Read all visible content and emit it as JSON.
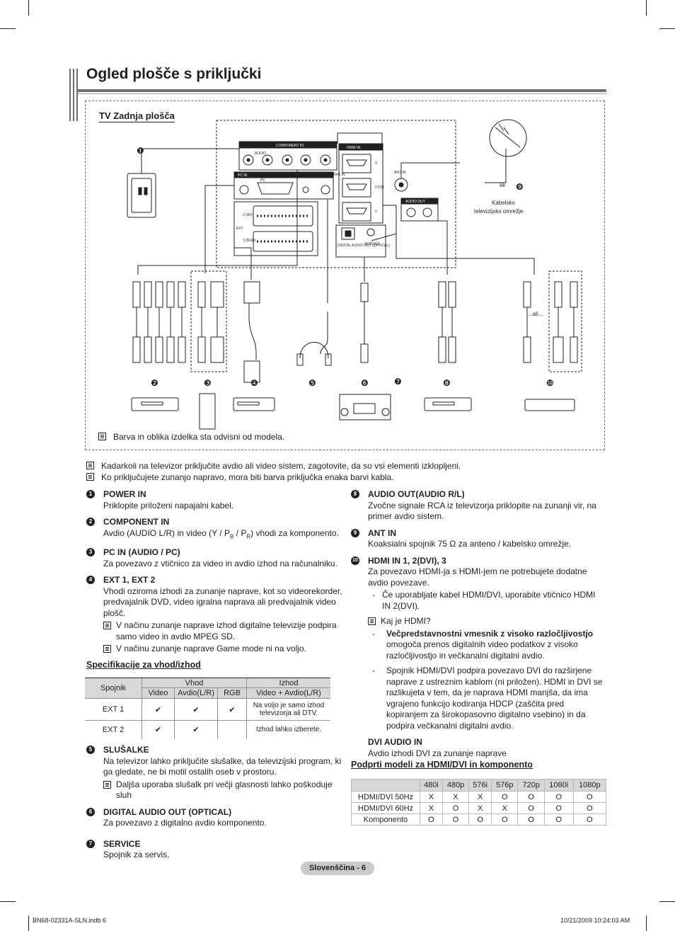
{
  "page_title": "Ogled plošče s priključki",
  "diagram": {
    "tv_label": "TV Zadnja plošča",
    "panel": {
      "component_in": "COMPONENT IN",
      "audio": "AUDIO",
      "pc_in": "PC IN",
      "audio2": "AUDIO",
      "pc": "PC",
      "dvi_audio_in": "DVI AUDIO IN",
      "hdmi_in": "HDMI IN",
      "hdmi_port3": "3",
      "hdmi_port2": "2 DVI",
      "hdmi_port1": "1",
      "ext_label": "EXT",
      "ext2": "2 (AV)",
      "ext1": "1 (RGB)",
      "digital_audio_out": "DIGITAL AUDIO OUT (OPTICAL)",
      "service": "SERVICE",
      "ant_in": "ANT IN",
      "audio_out": "AUDIO OUT"
    },
    "ali": "ali",
    "ali2": "...ali...",
    "kabelsko": "Kabelsko",
    "kabelsko2": "televizijsko omrežje",
    "markers": [
      "❶",
      "❷",
      "❸",
      "❹",
      "❺",
      "❻",
      "❼",
      "❽",
      "❾",
      "❿"
    ],
    "note": "Barva in oblika izdelka sta odvisni od modela."
  },
  "general_notes": [
    "Kadarkoli na televizor priključite avdio ali video sistem, zagotovite, da so vsi elementi izklopljeni.",
    "Ko priključujete zunanjo napravo, mora biti barva priključka enaka barvi kabla."
  ],
  "left_items": {
    "i1_num": "1",
    "i1_head": "POWER IN",
    "i1_text": "Priklopite priloženi napajalni kabel.",
    "i2_num": "2",
    "i2_head": "COMPONENT IN",
    "i2_text_a": "Avdio (AUDIO L/R) in video (Y / P",
    "i2_sub_b": "B",
    "i2_sep": " / P",
    "i2_sub_r": "R",
    "i2_text_b": ") vhodi za komponento.",
    "i3_num": "3",
    "i3_head": "PC IN (AUDIO / PC)",
    "i3_text": "Za povezavo z vtičnico za video in avdio izhod na računalniku.",
    "i4_num": "4",
    "i4_head": "EXT 1, EXT 2",
    "i4_text": "Vhodi oziroma izhodi za zunanje naprave, kot so videorekorder, predvajalnik DVD, video igralna naprava ali predvajalnik video plošč.",
    "i4_note1": "V načinu zunanje naprave izhod digitalne televizije podpira samo video in avdio MPEG SD.",
    "i4_note2": "V načinu zunanje naprave Game mode ni na voljo."
  },
  "spec": {
    "title": "Specifikacije za vhod/izhod",
    "h_spojnik": "Spojnik",
    "h_vhod": "Vhod",
    "h_izhod": "Izhod",
    "h_video": "Video",
    "h_avdio": "Avdio(L/R)",
    "h_rgb": "RGB",
    "h_va": "Video + Avdio(L/R)",
    "r1_name": "EXT 1",
    "r1_c1": "✔",
    "r1_c2": "✔",
    "r1_c3": "✔",
    "r1_out": "Na voljo je samo izhod televizorja ali DTV.",
    "r2_name": "EXT 2",
    "r2_c1": "✔",
    "r2_c2": "✔",
    "r2_c3": "",
    "r2_out": "Izhod lahko izberete."
  },
  "left_items2": {
    "i5_num": "5",
    "i5_head": "SLUŠALKE",
    "i5_text": "Na televizor lahko priključite slušalke, da televizijski program, ki ga gledate, ne bi motil ostalih oseb v prostoru.",
    "i5_note": "Daljša uporaba slušalk pri večji glasnosti lahko poškoduje sluh",
    "i6_num": "6",
    "i6_head": "DIGITAL AUDIO OUT (OPTICAL)",
    "i6_text": "Za povezavo z digitalno avdio komponento.",
    "i7_num": "7",
    "i7_head": "SERVICE",
    "i7_text": "Spojnik za servis."
  },
  "right_items": {
    "i8_num": "8",
    "i8_head": "AUDIO OUT(AUDIO R/L)",
    "i8_text": "Zvočne signale RCA iz televizorja priklopite na zunanji vir, na primer avdio sistem.",
    "i9_num": "9",
    "i9_head": "ANT IN",
    "i9_text": "Koaksialni spojnik 75 Ω za anteno / kabelsko omrežje.",
    "i10_num": "10",
    "i10_head": "HDMI IN 1, 2(DVI), 3",
    "i10_text": "Za povezavo HDMI-ja s HDMI-jem ne potrebujete dodatne avdio povezave.",
    "i10_dash1": "Če uporabljate kabel HDMI/DVI, uporabite vtičnico HDMI IN 2(DVI).",
    "i10_note": "Kaj je HDMI?",
    "i10_dash2_bold": "Večpredstavnostni vmesnik z visoko razločljivostjo",
    "i10_dash2_text": "omogoča prenos digitalnih video podatkov z visoko razločljivostjo in večkanalni digitalni avdio.",
    "i10_dash3": "Spojnik HDMI/DVI podpira povezavo DVI do razširjene naprave z ustreznim kablom (ni priložen). HDMI in DVI se razlikujeta v tem, da je naprava HDMI manjša, da ima vgrajeno funkcijo kodiranja HDCP (zaščita pred kopiranjem za širokopasovno digitalno vsebino) in da podpira večkanalni digitalni avdio.",
    "dvi_head": "DVI AUDIO IN",
    "dvi_text": "Avdio izhodi DVI za zunanje naprave"
  },
  "hdmi_table": {
    "title": "Podprti modeli za HDMI/DVI in komponento",
    "cols": [
      "480i",
      "480p",
      "576i",
      "576p",
      "720p",
      "1080i",
      "1080p"
    ],
    "rows": [
      {
        "name": "HDMI/DVI 50Hz",
        "vals": [
          "X",
          "X",
          "X",
          "O",
          "O",
          "O",
          "O"
        ]
      },
      {
        "name": "HDMI/DVI 60Hz",
        "vals": [
          "X",
          "O",
          "X",
          "X",
          "O",
          "O",
          "O"
        ]
      },
      {
        "name": "Komponento",
        "vals": [
          "O",
          "O",
          "O",
          "O",
          "O",
          "O",
          "O"
        ]
      }
    ]
  },
  "page_number": "Slovenščina - 6",
  "footer_left": "BN68-02331A-SLN.indb   6",
  "footer_right": "10/21/2009   10:24:03 AM"
}
